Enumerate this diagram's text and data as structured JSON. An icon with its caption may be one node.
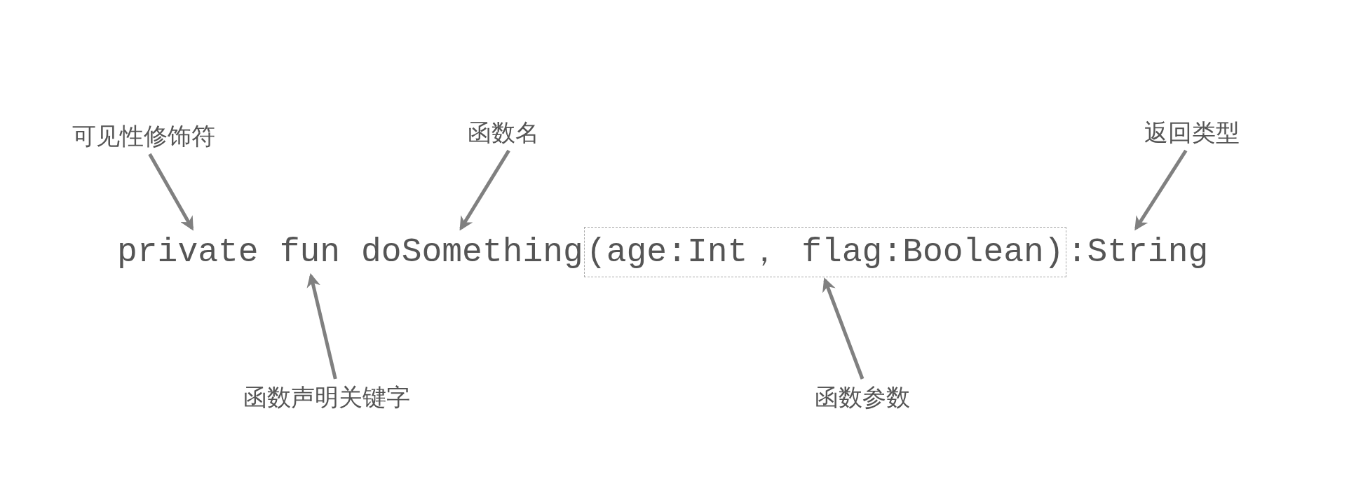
{
  "diagram": {
    "nodes": [
      {
        "text": [
          "可见性修饰符"
        ]
      },
      {
        "text": [
          "函数名"
        ]
      },
      {
        "text": [
          "返回类型"
        ]
      },
      {
        "text": [
          "private"
        ]
      },
      {
        "text": [
          "fun"
        ]
      },
      {
        "text": [
          "doSomething"
        ]
      },
      {
        "text": [
          "(age:Int， flag:Boolean)"
        ]
      },
      {
        "text": [
          ":String"
        ]
      },
      {
        "text": [
          "函数声明关键字"
        ]
      },
      {
        "text": [
          "函数参数"
        ]
      }
    ],
    "edges": [
      {
        "from": 0,
        "to": 3,
        "arrow": "to"
      },
      {
        "from": 1,
        "to": 5,
        "arrow": "to"
      },
      {
        "from": 2,
        "to": 7,
        "arrow": "to"
      },
      {
        "from": 8,
        "to": 4,
        "arrow": "to"
      },
      {
        "from": 9,
        "to": 6,
        "arrow": "to"
      }
    ]
  }
}
